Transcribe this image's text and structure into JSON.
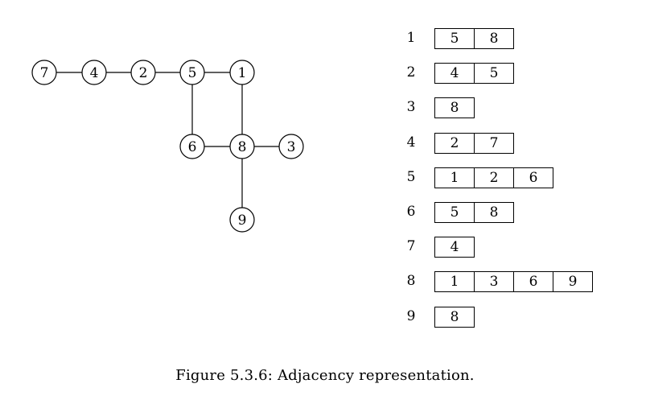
{
  "graph": {
    "nodes": [
      "7",
      "4",
      "2",
      "5",
      "1",
      "6",
      "8",
      "3",
      "9"
    ],
    "edges": [
      [
        "7",
        "4"
      ],
      [
        "4",
        "2"
      ],
      [
        "2",
        "5"
      ],
      [
        "5",
        "1"
      ],
      [
        "5",
        "6"
      ],
      [
        "1",
        "8"
      ],
      [
        "6",
        "8"
      ],
      [
        "8",
        "3"
      ],
      [
        "8",
        "9"
      ]
    ]
  },
  "adjacency": [
    {
      "vertex": "1",
      "neighbors": [
        "5",
        "8"
      ]
    },
    {
      "vertex": "2",
      "neighbors": [
        "4",
        "5"
      ]
    },
    {
      "vertex": "3",
      "neighbors": [
        "8"
      ]
    },
    {
      "vertex": "4",
      "neighbors": [
        "2",
        "7"
      ]
    },
    {
      "vertex": "5",
      "neighbors": [
        "1",
        "2",
        "6"
      ]
    },
    {
      "vertex": "6",
      "neighbors": [
        "5",
        "8"
      ]
    },
    {
      "vertex": "7",
      "neighbors": [
        "4"
      ]
    },
    {
      "vertex": "8",
      "neighbors": [
        "1",
        "3",
        "6",
        "9"
      ]
    },
    {
      "vertex": "9",
      "neighbors": [
        "8"
      ]
    }
  ],
  "caption": "Figure 5.3.6: Adjacency representation."
}
